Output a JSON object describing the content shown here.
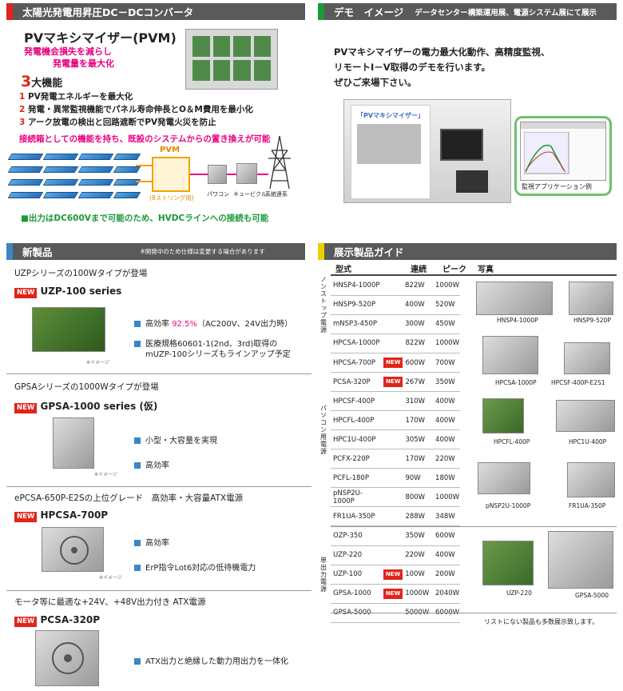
{
  "solar": {
    "header": "太陽光発電用昇圧DC－DCコンバータ",
    "title": "PVマキシマイザー(PVM)",
    "tag1": "発電機会損失を減らし",
    "tag2": "発電量を最大化",
    "num": "3",
    "funcs_title": "大機能",
    "func1": "PV発電エネルギーを最大化",
    "func2": "発電・異常監視機能でパネル寿命伸長とO＆M費用を最小化",
    "func3": "アーク放電の検出と回路遮断でPV発電火災を防止",
    "note": "接続箱としての機能を持ち、既設のシステムからの置き換えが可能",
    "pvm_label": "PVM",
    "string_label": "(8ストリング用)",
    "pcs_label": "パワコン",
    "cubicle_label": "キュービクル",
    "grid_label": "系統連系",
    "bottom": "■出力はDC600Vまで可能のため、HVDCラインへの接続も可能"
  },
  "demo": {
    "header": "デモ　イメージ",
    "header_sub": "データセンター構築運用展、電源システム展にて展示",
    "text1": "PVマキシマイザーの電力最大化動作、高精度監視、",
    "text2": "リモートI－V取得のデモを行います。",
    "text3": "ぜひご来場下さい。",
    "booth_label": "「PVマキシマイザー」",
    "caption": "監視アプリケーション例"
  },
  "newp": {
    "header": "新製品",
    "note": "※開発中のため仕様は変更する場合があります",
    "new_badge": "NEW",
    "image_note": "※イメージ",
    "p1": {
      "intro": "UZPシリーズの100Wタイプが登場",
      "name": "UZP-100 series",
      "b1_pre": "高効率 ",
      "b1_hl": "92.5%",
      "b1_post": "（AC200V、24V出力時）",
      "b2a": "医療規格60601-1(2nd、3rd)取得の",
      "b2b": "mUZP-100シリーズもラインアップ予定"
    },
    "p2": {
      "intro": "GPSAシリーズの1000Wタイプが登場",
      "name": "GPSA-1000 series (仮)",
      "b1": "小型・大容量を実現",
      "b2": "高効率"
    },
    "p3": {
      "intro": "ePCSA-650P-E2Sの上位グレード　高効率・大容量ATX電源",
      "name": "HPCSA-700P",
      "b1": "高効率",
      "b2": "ErP指令Lot6対応の低待機電力"
    },
    "p4": {
      "intro": "モータ等に最適な+24V、+48V出力付き ATX電源",
      "name": "PCSA-320P",
      "b1": "ATX出力と絶縁した動力用出力を一体化"
    }
  },
  "guide": {
    "header": "展示製品ガイド",
    "cols": [
      "型式",
      "連続",
      "ピーク",
      "写真"
    ],
    "groups": [
      {
        "label": "ノンストップ電源",
        "rows": [
          [
            "HNSP4-1000P",
            "822W",
            "1000W",
            false
          ],
          [
            "HNSP9-520P",
            "400W",
            "520W",
            false
          ],
          [
            "mNSP3-450P",
            "300W",
            "450W",
            false
          ]
        ]
      },
      {
        "label": "パソコン用電源",
        "rows": [
          [
            "HPCSA-1000P",
            "822W",
            "1000W",
            false
          ],
          [
            "HPCSA-700P",
            "600W",
            "700W",
            true
          ],
          [
            "PCSA-320P",
            "267W",
            "350W",
            true
          ],
          [
            "HPCSF-400P",
            "310W",
            "400W",
            false
          ],
          [
            "HPCFL-400P",
            "170W",
            "400W",
            false
          ],
          [
            "HPC1U-400P",
            "305W",
            "400W",
            false
          ],
          [
            "PCFX-220P",
            "170W",
            "220W",
            false
          ],
          [
            "PCFL-180P",
            "90W",
            "180W",
            false
          ],
          [
            "pNSP2U-1000P",
            "800W",
            "1000W",
            false
          ],
          [
            "FR1UA-350P",
            "288W",
            "348W",
            false
          ]
        ]
      },
      {
        "label": "単出力電源",
        "rows": [
          [
            "OZP-350",
            "350W",
            "600W",
            false
          ],
          [
            "UZP-220",
            "220W",
            "400W",
            false
          ],
          [
            "UZP-100",
            "100W",
            "200W",
            true
          ],
          [
            "GPSA-1000",
            "1000W",
            "2040W",
            true
          ],
          [
            "GPSA-5000",
            "5000W",
            "6000W",
            false
          ]
        ]
      }
    ],
    "photos": [
      "HNSP4-1000P",
      "HNSP9-520P",
      "HPCSA-1000P",
      "HPCSF-400P-E2S1",
      "HPCFL-400P",
      "HPC1U-400P",
      "pNSP2U-1000P",
      "FR1UA-350P",
      "UZP-220",
      "GPSA-5000"
    ],
    "footer": "リストにない製品も多数展示致します。"
  }
}
